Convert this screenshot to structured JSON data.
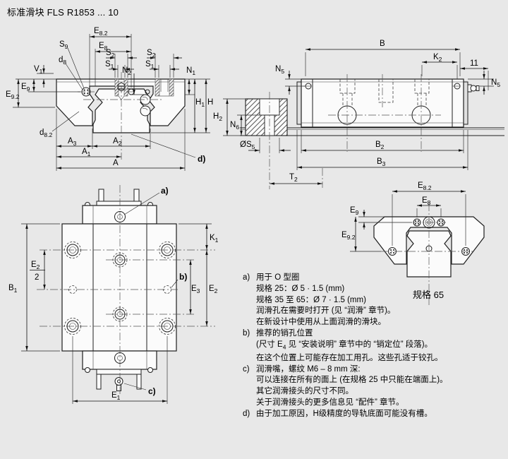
{
  "title": "标准滑块 FLS R1853 ... 10",
  "caption": {
    "spec65": {
      "m": "规格 65"
    }
  },
  "dims": {
    "v1": {
      "E82": {
        "m": "E",
        "s": "8.2"
      },
      "E8": {
        "m": "E",
        "s": "8"
      },
      "S2a": {
        "m": "S",
        "s": "2"
      },
      "S1a": {
        "m": "S",
        "s": "1"
      },
      "S2b": {
        "m": "S",
        "s": "2"
      },
      "S1b": {
        "m": "S",
        "s": "1"
      },
      "S9": {
        "m": "S",
        "s": "9"
      },
      "d8": {
        "m": "d",
        "s": "8"
      },
      "V1": {
        "m": "V",
        "s": "1"
      },
      "E9": {
        "m": "E",
        "s": "9"
      },
      "E92": {
        "m": "E",
        "s": "9.2"
      },
      "d82": {
        "m": "d",
        "s": "8.2"
      },
      "N2": {
        "m": "N",
        "s": "2"
      },
      "N1": {
        "m": "N",
        "s": "1"
      },
      "H1": {
        "m": "H",
        "s": "1"
      },
      "H": {
        "m": "H"
      },
      "A3": {
        "m": "A",
        "s": "3"
      },
      "A2": {
        "m": "A",
        "s": "2"
      },
      "A1": {
        "m": "A",
        "s": "1"
      },
      "A": {
        "m": "A"
      },
      "noteD": {
        "m": "d)"
      }
    },
    "v2": {
      "B": {
        "m": "B"
      },
      "K2": {
        "m": "K",
        "s": "2"
      },
      "n11": {
        "m": "11"
      },
      "N5a": {
        "m": "N",
        "s": "5"
      },
      "N5b": {
        "m": "N",
        "s": "5"
      },
      "H2": {
        "m": "H",
        "s": "2"
      },
      "N6": {
        "m": "N",
        "s": "6"
      },
      "S5": {
        "m": "ØS",
        "s": "5"
      },
      "B2": {
        "m": "B",
        "s": "2"
      },
      "B3": {
        "m": "B",
        "s": "3"
      },
      "T2": {
        "m": "T",
        "s": "2"
      }
    },
    "v3": {
      "noteA": {
        "m": "a)"
      },
      "noteB": {
        "m": "b)"
      },
      "noteC": {
        "m": "c)"
      },
      "K1": {
        "m": "K",
        "s": "1"
      },
      "E2num": {
        "m": "E",
        "s": "2"
      },
      "E2den": {
        "m": "2"
      },
      "E3": {
        "m": "E",
        "s": "3"
      },
      "E2": {
        "m": "E",
        "s": "2"
      },
      "B1": {
        "m": "B",
        "s": "1"
      },
      "E1": {
        "m": "E",
        "s": "1"
      }
    },
    "v4": {
      "E82": {
        "m": "E",
        "s": "8.2"
      },
      "E8": {
        "m": "E",
        "s": "8"
      },
      "E9": {
        "m": "E",
        "s": "9"
      },
      "E92": {
        "m": "E",
        "s": "9.2"
      }
    }
  },
  "notes": [
    {
      "tag": "a)",
      "lines": [
        [
          {
            "t": "用于 O 型圈"
          }
        ],
        [
          {
            "t": "规格 25：Ø 5 · 1.5 (mm)"
          }
        ],
        [
          {
            "t": "规格 35 至 65：Ø 7 · 1.5 (mm)"
          }
        ],
        [
          {
            "t": "润滑孔在需要时打开 (见 “润滑” 章节)。"
          }
        ],
        [
          {
            "t": "在新设计中使用从上面润滑的滑块。"
          }
        ]
      ]
    },
    {
      "tag": "b)",
      "lines": [
        [
          {
            "t": "推荐的销孔位置"
          }
        ],
        [
          {
            "t": "(尺寸 E"
          },
          {
            "t": "4",
            "sub": true
          },
          {
            "t": " 见 “安装说明” 章节中的 “销定位” 段落)。"
          }
        ],
        [
          {
            "t": "在这个位置上可能存在加工用孔。这些孔适于铰孔。"
          }
        ]
      ]
    },
    {
      "tag": "c)",
      "lines": [
        [
          {
            "t": "润滑嘴，螺纹 M6 – 8 mm 深:"
          }
        ],
        [
          {
            "t": "可以连接在所有的面上 (在规格 25 中只能在端面上)。"
          }
        ],
        [
          {
            "t": "其它润滑接头的尺寸不同。"
          }
        ],
        [
          {
            "t": "关于润滑接头的更多信息见 “配件” 章节。"
          }
        ]
      ]
    },
    {
      "tag": "d)",
      "lines": [
        [
          {
            "t": "由于加工原因，H级精度的导轨底面可能没有槽。"
          }
        ]
      ]
    }
  ]
}
